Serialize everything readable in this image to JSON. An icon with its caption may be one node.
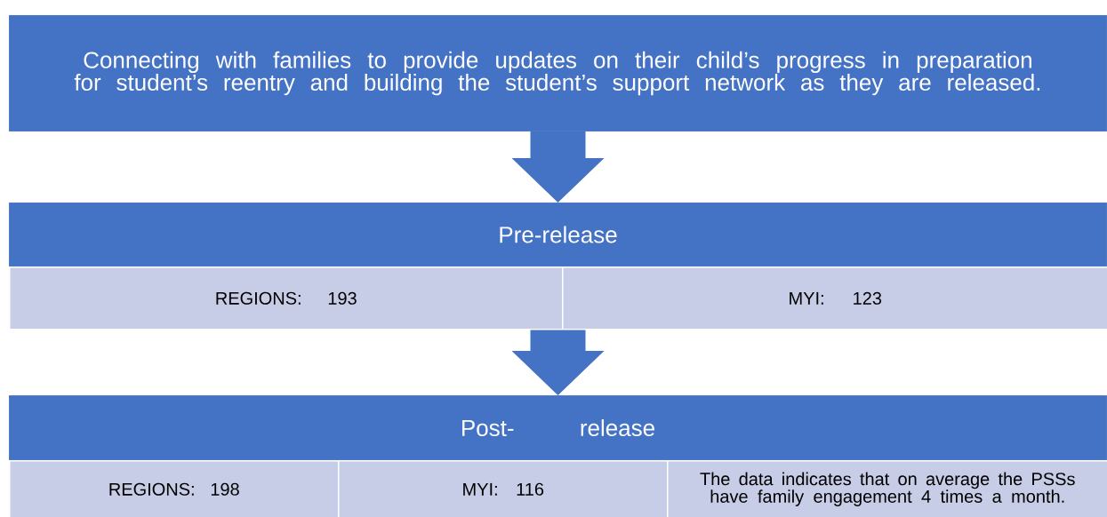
{
  "diagram": {
    "nodes": [
      {
        "text": [
          "Connecting with families to provide updates on their child’s progress in preparation for student’s reentry and building the student’s support network as they are released."
        ]
      },
      {
        "text": [
          "Pre-release"
        ]
      },
      {
        "text": [
          "REGIONS: 193"
        ]
      },
      {
        "text": [
          "MYI: 123"
        ]
      },
      {
        "text": [
          "Post- release"
        ]
      },
      {
        "text": [
          "REGIONS: 198"
        ]
      },
      {
        "text": [
          "MYI: 116"
        ]
      },
      {
        "text": [
          "The data indicates that on average the PSSs have family engagement 4 times a month."
        ]
      }
    ],
    "edges": [
      {
        "from": 0,
        "to": 1,
        "arrow": "to"
      },
      {
        "from": 1,
        "to": 4,
        "arrow": "to"
      }
    ]
  }
}
